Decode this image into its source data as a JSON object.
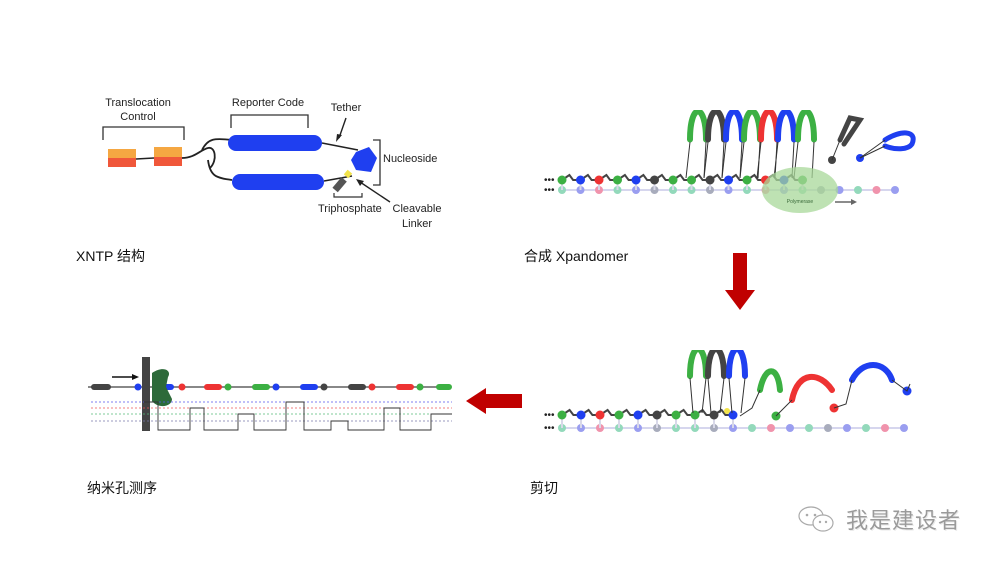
{
  "panels": {
    "xntp": {
      "caption": "XNTP 结构",
      "labels": {
        "translocation_control_1": "Translocation",
        "translocation_control_2": "Control",
        "reporter_code": "Reporter Code",
        "tether": "Tether",
        "nucleoside": "Nucleoside",
        "triphosphate": "Triphosphate",
        "cleavable_linker_1": "Cleavable",
        "cleavable_linker_2": "Linker"
      }
    },
    "synthesis": {
      "caption": "合成 Xpandomer",
      "polymerase_label": "Polymerase"
    },
    "cleavage": {
      "caption": "剪切"
    },
    "nanopore": {
      "caption": "纳米孔测序"
    }
  },
  "flow_arrows": [
    {
      "name": "arrow-synthesis-to-cleavage",
      "direction": "down"
    },
    {
      "name": "arrow-cleavage-to-nanopore",
      "direction": "left"
    }
  ],
  "colors": {
    "green": "#3cb043",
    "dark": "#444444",
    "blue": "#1f3ff0",
    "red": "#ee3333",
    "orange": "#f5a742",
    "orange_red": "#f0573a",
    "yellow": "#f2e34a",
    "arrow_red": "#c00000",
    "polymerase": "#a8d89a"
  },
  "watermark": {
    "icon": "wechat-icon",
    "text": "我是建设者"
  }
}
